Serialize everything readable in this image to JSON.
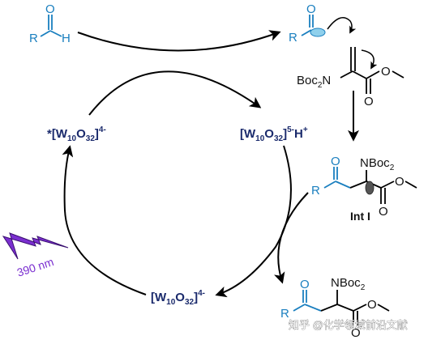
{
  "aldehyde": {
    "r": "R",
    "o": "O",
    "h": "H"
  },
  "acyl_radical": {
    "r": "R",
    "o": "O"
  },
  "dehydroalanine": {
    "n_group": "Boc",
    "n_group_sub": "2",
    "n": "N",
    "o": "O",
    "o_ester": "O"
  },
  "intermediate": {
    "r": "R",
    "o_ketone": "O",
    "n_group": "NBoc",
    "n_group_sub": "2",
    "o": "O",
    "o_ester": "O",
    "label": "Int I"
  },
  "product": {
    "r": "R",
    "o_ketone": "O",
    "n_group": "NBoc",
    "n_group_sub": "2",
    "o": "O",
    "o_ester": "O"
  },
  "catalyst": {
    "excited": {
      "star": "*",
      "base": "[W",
      "sub1": "10",
      "mid": "O",
      "sub2": "32",
      "close": "]",
      "sup": "4-"
    },
    "reduced": {
      "base": "[W",
      "sub1": "10",
      "mid": "O",
      "sub2": "32",
      "close": "]",
      "sup": "5-",
      "h": "H",
      "h_sup": "+"
    },
    "ground": {
      "base": "[W",
      "sub1": "10",
      "mid": "O",
      "sub2": "32",
      "close": "]",
      "sup": "4-"
    }
  },
  "light": {
    "label": "390 nm",
    "color": "#7b2fd0"
  },
  "colors": {
    "aldehyde_blue": "#1a7fbf",
    "catalyst_navy": "#1a2a6c"
  },
  "watermark": {
    "text": "知乎 @化学领域前沿文献"
  }
}
